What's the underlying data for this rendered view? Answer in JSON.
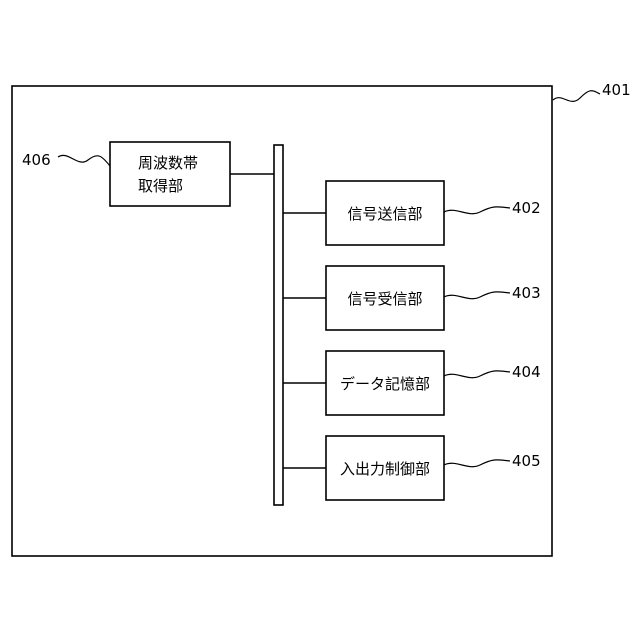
{
  "diagram": {
    "outer_ref": "401",
    "freq_unit": {
      "line1": "周波数帯",
      "line2": "取得部",
      "ref": "406"
    },
    "blocks": [
      {
        "label": "信号送信部",
        "ref": "402"
      },
      {
        "label": "信号受信部",
        "ref": "403"
      },
      {
        "label": "データ記憶部",
        "ref": "404"
      },
      {
        "label": "入出力制御部",
        "ref": "405"
      }
    ]
  }
}
